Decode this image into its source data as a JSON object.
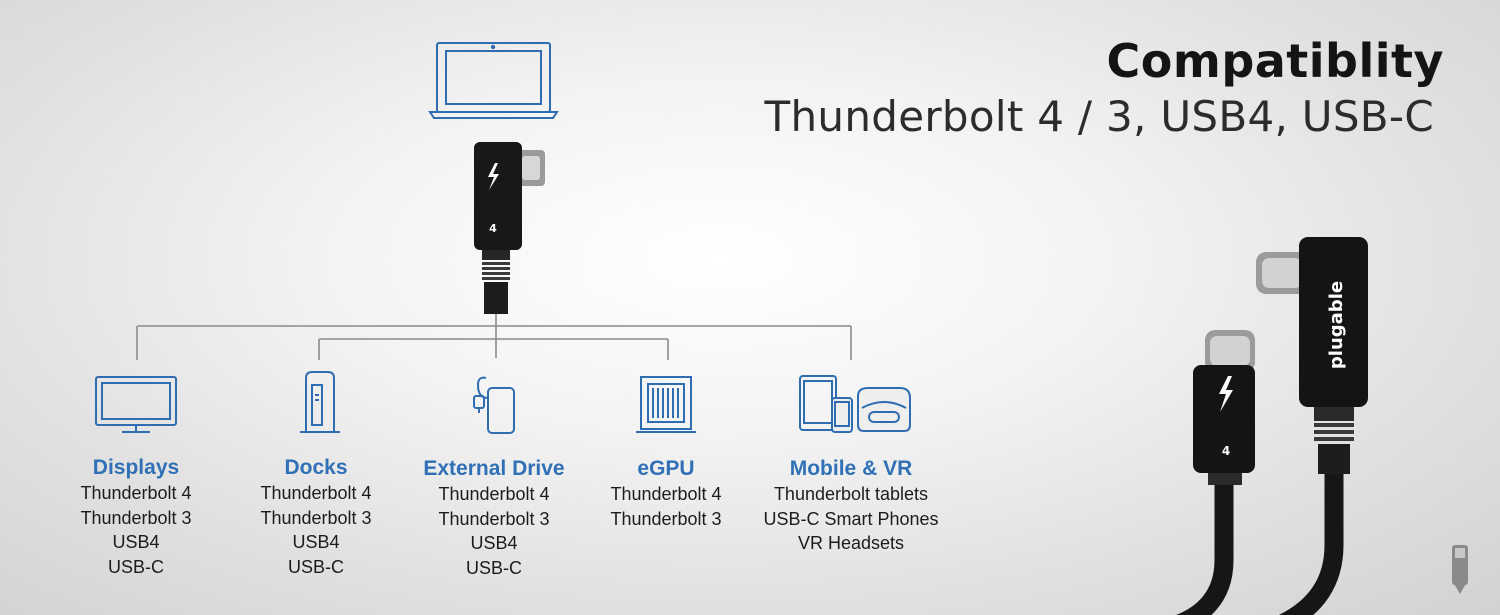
{
  "title": "Compatiblity",
  "subtitle": "Thunderbolt 4 / 3, USB4, USB-C",
  "connector_label": "4",
  "cable_brand": "plugable",
  "cable_label": "4",
  "categories": [
    {
      "name": "Displays",
      "items": [
        "Thunderbolt 4",
        "Thunderbolt 3",
        "USB4",
        "USB-C"
      ]
    },
    {
      "name": "Docks",
      "items": [
        "Thunderbolt 4",
        "Thunderbolt 3",
        "USB4",
        "USB-C"
      ]
    },
    {
      "name": "External Drive",
      "items": [
        "Thunderbolt 4",
        "Thunderbolt 3",
        "USB4",
        "USB-C"
      ]
    },
    {
      "name": "eGPU",
      "items": [
        "Thunderbolt 4",
        "Thunderbolt 3"
      ]
    },
    {
      "name": "Mobile & VR",
      "items": [
        "Thunderbolt tablets",
        "USB-C Smart Phones",
        "VR Headsets"
      ]
    }
  ],
  "colors": {
    "accent": "#3070b6",
    "icon_stroke": "#2f6db3",
    "line": "#8a8a8a"
  }
}
